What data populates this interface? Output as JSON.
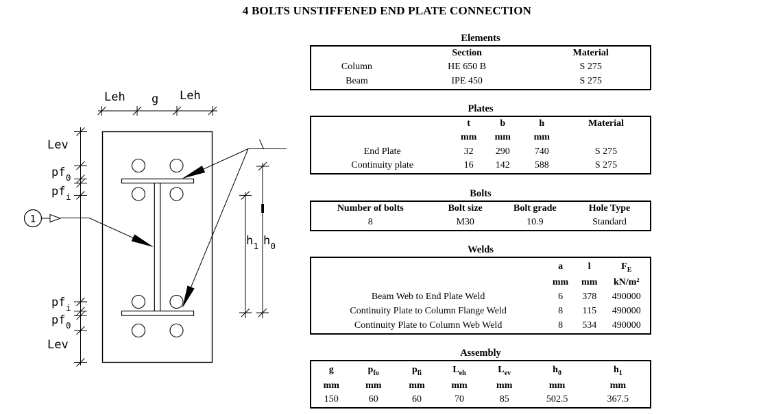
{
  "page_title": "4 BOLTS UNSTIFFENED END PLATE CONNECTION",
  "diagram": {
    "labels": {
      "dim_top_left": "Leh",
      "dim_top_center": "g",
      "dim_top_right": "Leh",
      "lev_top": "Lev",
      "pf0_upper_base": "pf",
      "pf0_upper_sub": "0",
      "pfi_upper_base": "pf",
      "pfi_upper_sub": "i",
      "pfi_lower_base": "pf",
      "pfi_lower_sub": "i",
      "pf0_lower_base": "pf",
      "pf0_lower_sub": "0",
      "lev_bottom": "Lev",
      "h1_base": "h",
      "h1_sub": "1",
      "h0_base": "h",
      "h0_sub": "0",
      "balloon": "1"
    }
  },
  "tables": {
    "elements": {
      "title": "Elements",
      "headers": [
        "",
        "Section",
        "Material"
      ],
      "rows": [
        [
          "Column",
          "HE 650 B",
          "S 275"
        ],
        [
          "Beam",
          "IPE 450",
          "S 275"
        ]
      ]
    },
    "plates": {
      "title": "Plates",
      "headers": [
        "",
        "t",
        "b",
        "h",
        "Material"
      ],
      "units": [
        "",
        "mm",
        "mm",
        "mm",
        ""
      ],
      "rows": [
        [
          "End Plate",
          "32",
          "290",
          "740",
          "S 275"
        ],
        [
          "Continuity plate",
          "16",
          "142",
          "588",
          "S 275"
        ]
      ]
    },
    "bolts": {
      "title": "Bolts",
      "headers": [
        "Number of bolts",
        "Bolt size",
        "Bolt grade",
        "Hole Type"
      ],
      "rows": [
        [
          "8",
          "M30",
          "10.9",
          "Standard"
        ]
      ]
    },
    "welds": {
      "title": "Welds",
      "col_a": "a",
      "col_l": "l",
      "col_f_base": "F",
      "col_f_sub": "E",
      "units": [
        "",
        "mm",
        "mm",
        "kN/m²"
      ],
      "rows": [
        [
          "Beam Web to End Plate Weld",
          "6",
          "378",
          "490000"
        ],
        [
          "Continuity Plate to Column Flange Weld",
          "8",
          "115",
          "490000"
        ],
        [
          "Continuity Plate to Column Web Weld",
          "8",
          "534",
          "490000"
        ]
      ]
    },
    "assembly": {
      "title": "Assembly",
      "headers": [
        {
          "base": "g",
          "sub": ""
        },
        {
          "base": "p",
          "sub": "fo"
        },
        {
          "base": "p",
          "sub": "fi"
        },
        {
          "base": "L",
          "sub": "eh"
        },
        {
          "base": "L",
          "sub": "ev"
        },
        {
          "base": "h",
          "sub": "0"
        },
        {
          "base": "h",
          "sub": "1"
        }
      ],
      "units": [
        "mm",
        "mm",
        "mm",
        "mm",
        "mm",
        "mm",
        "mm"
      ],
      "rows": [
        [
          "150",
          "60",
          "60",
          "70",
          "85",
          "502.5",
          "367.5"
        ]
      ]
    }
  }
}
